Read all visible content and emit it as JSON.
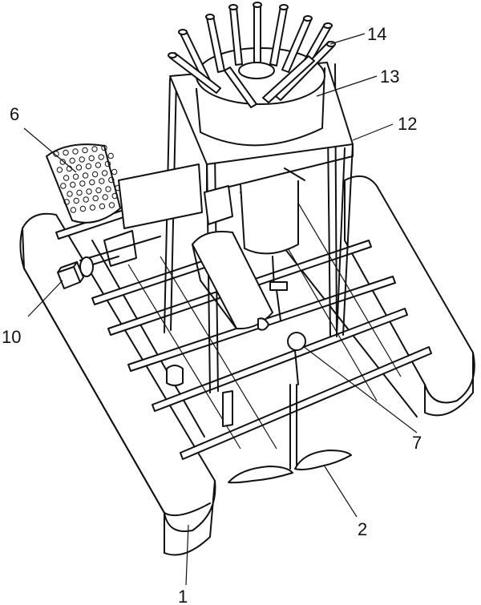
{
  "labels": {
    "l1": "1",
    "l2": "2",
    "l6": "6",
    "l7": "7",
    "l10": "10",
    "l12": "12",
    "l13": "13",
    "l14": "14"
  }
}
